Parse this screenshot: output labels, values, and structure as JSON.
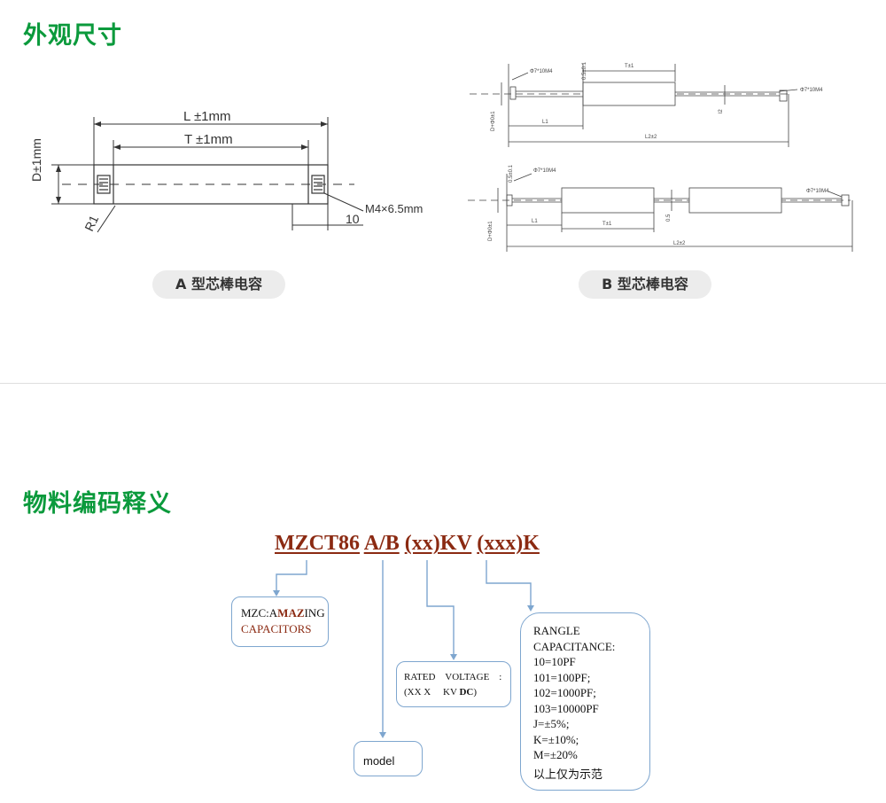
{
  "sections": {
    "dimensions_title": "外观尺寸",
    "coding_title": "物料编码释义"
  },
  "diagram_a": {
    "label_L": "L ±1mm",
    "label_T": "T ±1mm",
    "label_D": "D±1mm",
    "label_R": "R1",
    "label_M": "M4×6.5mm",
    "label_10": "10",
    "caption": "A 型芯棒电容"
  },
  "diagram_b": {
    "phi_label": "Φ7*10M4",
    "tol_05": "0.5±0.1",
    "l1": "L1",
    "t": "T±1",
    "d": "D+Φ0±1",
    "l2": "L2±2",
    "lead_05": "0.5",
    "lead_l2": "l2",
    "caption": "B 型芯棒电容"
  },
  "code": {
    "part1": "MZCT86",
    "part2": "A/B",
    "part3": "(xx)KV",
    "part4": "(xxx)K"
  },
  "boxes": {
    "mzc_line1_pre": "MZC:A",
    "mzc_line1_bold": "MA",
    "mzc_line1_z": "Z",
    "mzc_line1_post": "ING",
    "mzc_line2": "CAPACITORS",
    "rated_line1": "RATED    VOLTAGE    :",
    "rated_line2_pre": "(XX X     KV ",
    "rated_line2_bold": "DC",
    "rated_line2_post": ")",
    "model": "model",
    "range_lines": [
      "RANGLE",
      "CAPACITANCE:",
      "10=10PF",
      "101=100PF;",
      "102=1000PF;",
      "103=10000PF",
      "J=±5%;",
      "K=±10%;",
      "M=±20%"
    ],
    "range_note": "以上仅为示范"
  },
  "colors": {
    "title_green": "#0b9a3c",
    "code_brown": "#8b2a12",
    "connector_blue": "#7ea6cf"
  }
}
